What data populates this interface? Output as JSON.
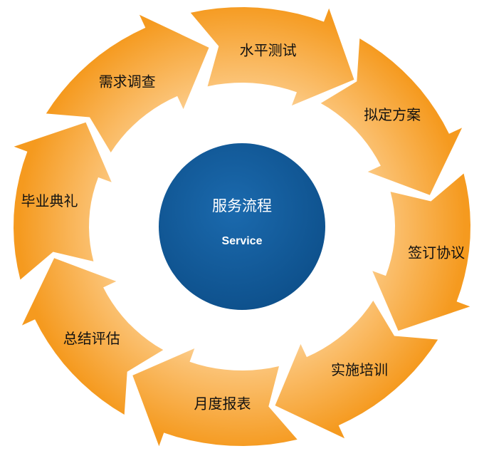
{
  "center": {
    "title": "服务流程",
    "subtitle": "Service"
  },
  "steps": [
    {
      "label": "水平测试"
    },
    {
      "label": "拟定方案"
    },
    {
      "label": "签订协议"
    },
    {
      "label": "实施培训"
    },
    {
      "label": "月度报表"
    },
    {
      "label": "总结评估"
    },
    {
      "label": "毕业典礼"
    },
    {
      "label": "需求调查"
    }
  ],
  "colors": {
    "arrow_light": "#fde9cf",
    "arrow_dark": "#f59a1f",
    "circle": "#0f5a9a",
    "label": "#111111"
  }
}
